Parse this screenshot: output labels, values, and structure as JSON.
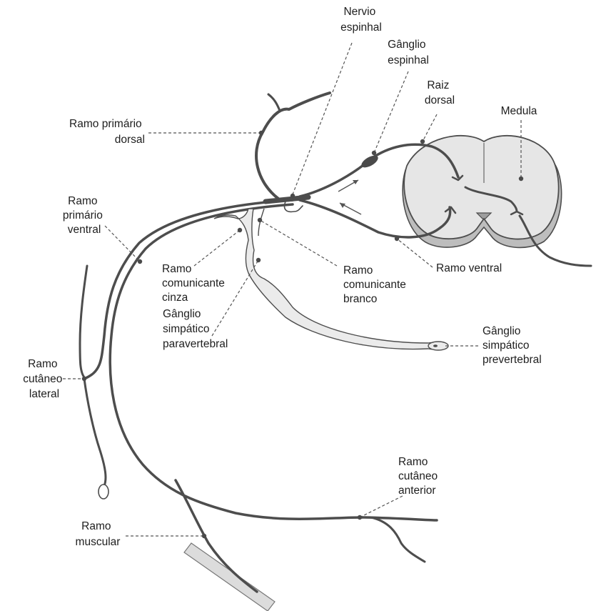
{
  "labels": {
    "nervio_espinhal": [
      "Nervio",
      "espinhal"
    ],
    "ganglio_espinhal": [
      "Gânglio",
      "espinhal"
    ],
    "raiz_dorsal": [
      "Raiz",
      "dorsal"
    ],
    "medula": [
      "Medula"
    ],
    "ramo_primario_dorsal": [
      "Ramo primário",
      "dorsal"
    ],
    "ramo_primario_ventral": [
      "Ramo",
      "primário",
      "ventral"
    ],
    "ramo_comunicante_cinza": [
      "Ramo",
      "comunicante",
      "cinza"
    ],
    "ramo_comunicante_branco": [
      "Ramo",
      "comunicante",
      "branco"
    ],
    "ramo_ventral": [
      "Ramo ventral"
    ],
    "ganglio_simpatico_paravertebral": [
      "Gânglio",
      "simpático",
      "paravertebral"
    ],
    "ganglio_simpatico_prevertebral": [
      "Gânglio",
      "simpático",
      "prevertebral"
    ],
    "ramo_cutaneo_lateral": [
      "Ramo",
      "cutâneo",
      "lateral"
    ],
    "ramo_cutaneo_anterior": [
      "Ramo",
      "cutâneo",
      "anterior"
    ],
    "ramo_muscular": [
      "Ramo",
      "muscular"
    ]
  }
}
